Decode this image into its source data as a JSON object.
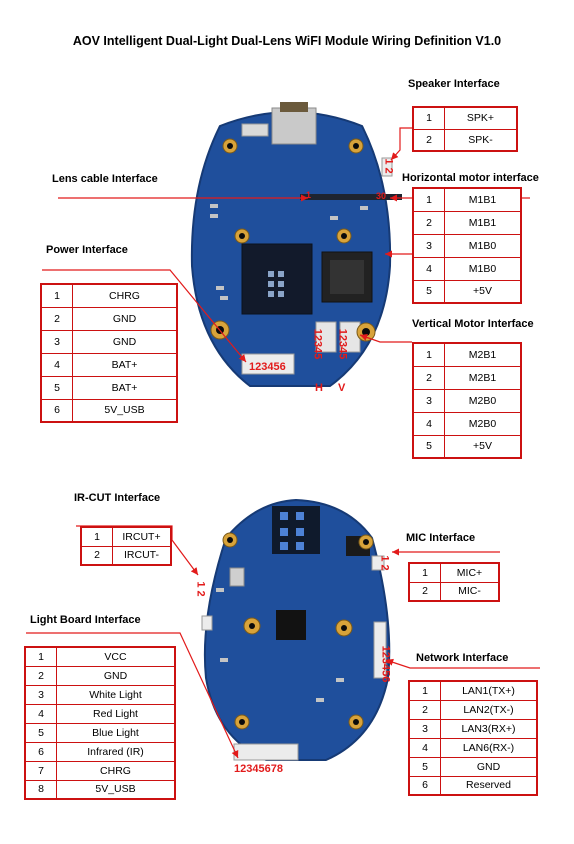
{
  "title": "AOV Intelligent Dual-Light Dual-Lens WiFI Module Wiring Definition V1.0",
  "top_board": {
    "labels": {
      "speaker": "Speaker Interface",
      "lens_cable": "Lens cable Interface",
      "horizontal_motor": "Horizontal motor interface",
      "power": "Power Interface",
      "vertical_motor": "Vertical Motor Interface"
    },
    "speaker_pins": [
      [
        "1",
        "SPK+"
      ],
      [
        "2",
        "SPK-"
      ]
    ],
    "horizontal_motor_pins": [
      [
        "1",
        "M1B1"
      ],
      [
        "2",
        "M1B1"
      ],
      [
        "3",
        "M1B0"
      ],
      [
        "4",
        "M1B0"
      ],
      [
        "5",
        "+5V"
      ]
    ],
    "power_pins": [
      [
        "1",
        "CHRG"
      ],
      [
        "2",
        "GND"
      ],
      [
        "3",
        "GND"
      ],
      [
        "4",
        "BAT+"
      ],
      [
        "5",
        "BAT+"
      ],
      [
        "6",
        "5V_USB"
      ]
    ],
    "vertical_motor_pins": [
      [
        "1",
        "M2B1"
      ],
      [
        "2",
        "M2B1"
      ],
      [
        "3",
        "M2B0"
      ],
      [
        "4",
        "M2B0"
      ],
      [
        "5",
        "+5V"
      ]
    ],
    "connector_marks": {
      "speaker": "1 2",
      "lens_left": "1",
      "lens_right": "30",
      "power": "123456",
      "h_motor": "12345",
      "v_motor": "12345",
      "h": "H",
      "v": "V"
    }
  },
  "bottom_board": {
    "labels": {
      "ircut": "IR-CUT Interface",
      "mic": "MIC Interface",
      "light_board": "Light Board Interface",
      "network": "Network Interface"
    },
    "ircut_pins": [
      [
        "1",
        "IRCUT+"
      ],
      [
        "2",
        "IRCUT-"
      ]
    ],
    "mic_pins": [
      [
        "1",
        "MIC+"
      ],
      [
        "2",
        "MIC-"
      ]
    ],
    "light_board_pins": [
      [
        "1",
        "VCC"
      ],
      [
        "2",
        "GND"
      ],
      [
        "3",
        "White Light"
      ],
      [
        "4",
        "Red Light"
      ],
      [
        "5",
        "Blue Light"
      ],
      [
        "6",
        "Infrared (IR)"
      ],
      [
        "7",
        "CHRG"
      ],
      [
        "8",
        "5V_USB"
      ]
    ],
    "network_pins": [
      [
        "1",
        "LAN1(TX+)"
      ],
      [
        "2",
        "LAN2(TX-)"
      ],
      [
        "3",
        "LAN3(RX+)"
      ],
      [
        "4",
        "LAN6(RX-)"
      ],
      [
        "5",
        "GND"
      ],
      [
        "6",
        "Reserved"
      ]
    ],
    "connector_marks": {
      "ircut": "1 2",
      "mic": "1 2",
      "light": "12345678",
      "network": "123456"
    }
  },
  "colors": {
    "accent": "#e21b1b",
    "pcb": "#1f4f9c",
    "pad": "#d8a33a"
  }
}
